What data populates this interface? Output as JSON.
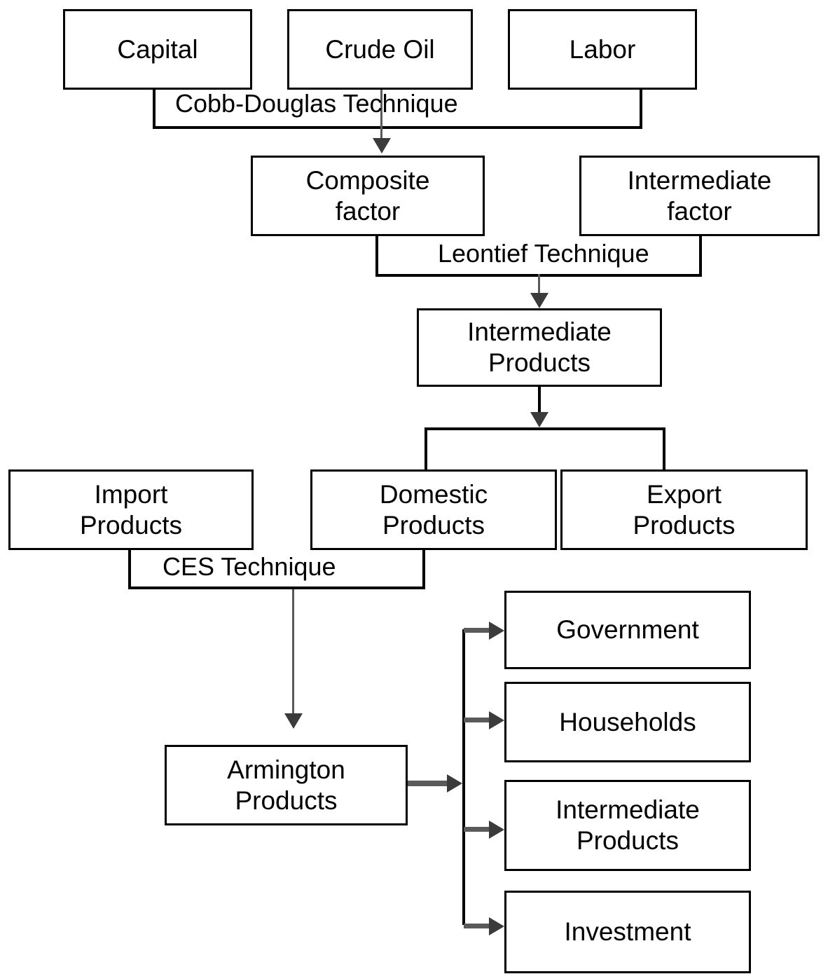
{
  "diagram": {
    "title": "Production and distribution flow diagram",
    "colors": {
      "box_border": "#000000",
      "connector": "#000000",
      "arrow": "#3b3b3b",
      "background": "#ffffff",
      "text": "#000000"
    },
    "nodes": [
      {
        "id": "capital",
        "label": "Capital"
      },
      {
        "id": "crude-oil",
        "label": "Crude Oil"
      },
      {
        "id": "labor",
        "label": "Labor"
      },
      {
        "id": "composite-factor",
        "label": "Composite\nfactor"
      },
      {
        "id": "intermediate-factor",
        "label": "Intermediate\nfactor"
      },
      {
        "id": "intermediate-products",
        "label": "Intermediate\nProducts"
      },
      {
        "id": "import-products",
        "label": "Import\nProducts"
      },
      {
        "id": "domestic-products",
        "label": "Domestic\nProducts"
      },
      {
        "id": "export-products",
        "label": "Export\nProducts"
      },
      {
        "id": "armington-products",
        "label": "Armington\nProducts"
      },
      {
        "id": "government",
        "label": "Government"
      },
      {
        "id": "households",
        "label": "Households"
      },
      {
        "id": "intermediate-products-demand",
        "label": "Intermediate\nProducts"
      },
      {
        "id": "investment",
        "label": "Investment"
      }
    ],
    "technique_labels": [
      {
        "id": "cobb-douglas",
        "label": "Cobb-Douglas  Technique"
      },
      {
        "id": "leontief",
        "label": "Leontief Technique"
      },
      {
        "id": "ces",
        "label": "CES Technique"
      }
    ]
  }
}
